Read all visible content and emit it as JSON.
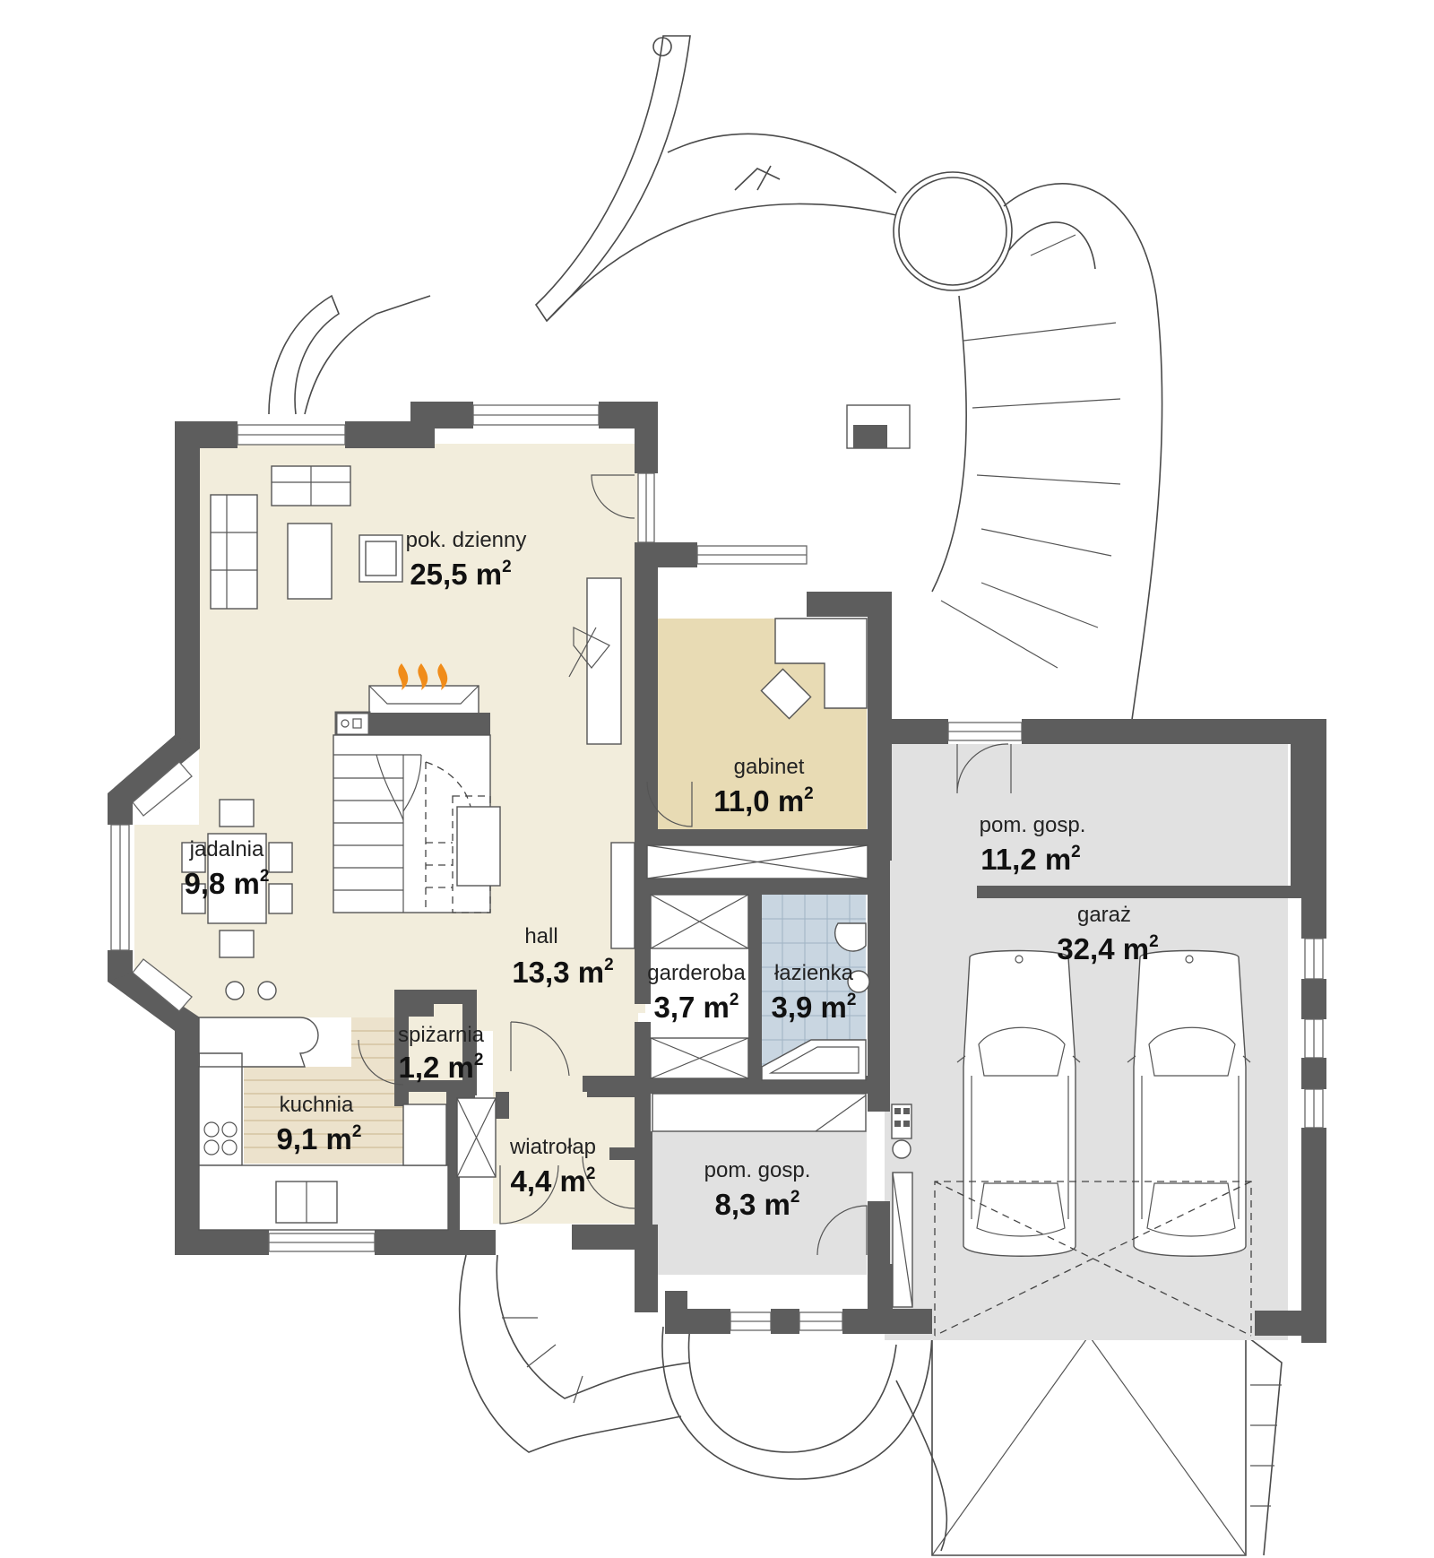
{
  "colors": {
    "wall": "#5d5d5d",
    "living_floor": "#f2eddc",
    "office_floor": "#e8dbb4",
    "service_floor": "#e1e1e1",
    "bathroom_tiles": "#c9d6e1",
    "wood_floor": "#ece2cc",
    "flame": "#f08c1a"
  },
  "rooms": [
    {
      "id": "living",
      "name": "pok. dzienny",
      "area": "25,5 m",
      "unit_sup": "2"
    },
    {
      "id": "office",
      "name": "gabinet",
      "area": "11,0 m",
      "unit_sup": "2"
    },
    {
      "id": "utility-top",
      "name": "pom. gosp.",
      "area": "11,2 m",
      "unit_sup": "2"
    },
    {
      "id": "garage",
      "name": "garaż",
      "area": "32,4 m",
      "unit_sup": "2"
    },
    {
      "id": "dining",
      "name": "jadalnia",
      "area": "9,8 m",
      "unit_sup": "2"
    },
    {
      "id": "hall",
      "name": "hall",
      "area": "13,3 m",
      "unit_sup": "2"
    },
    {
      "id": "wardrobe",
      "name": "garderoba",
      "area": "3,7 m",
      "unit_sup": "2"
    },
    {
      "id": "bathroom",
      "name": "łazienka",
      "area": "3,9 m",
      "unit_sup": "2"
    },
    {
      "id": "pantry",
      "name": "spiżarnia",
      "area": "1,2 m",
      "unit_sup": "2"
    },
    {
      "id": "kitchen",
      "name": "kuchnia",
      "area": "9,1 m",
      "unit_sup": "2"
    },
    {
      "id": "vestibule",
      "name": "wiatrołap",
      "area": "4,4 m",
      "unit_sup": "2"
    },
    {
      "id": "utility-bottom",
      "name": "pom. gosp.",
      "area": "8,3 m",
      "unit_sup": "2"
    }
  ]
}
